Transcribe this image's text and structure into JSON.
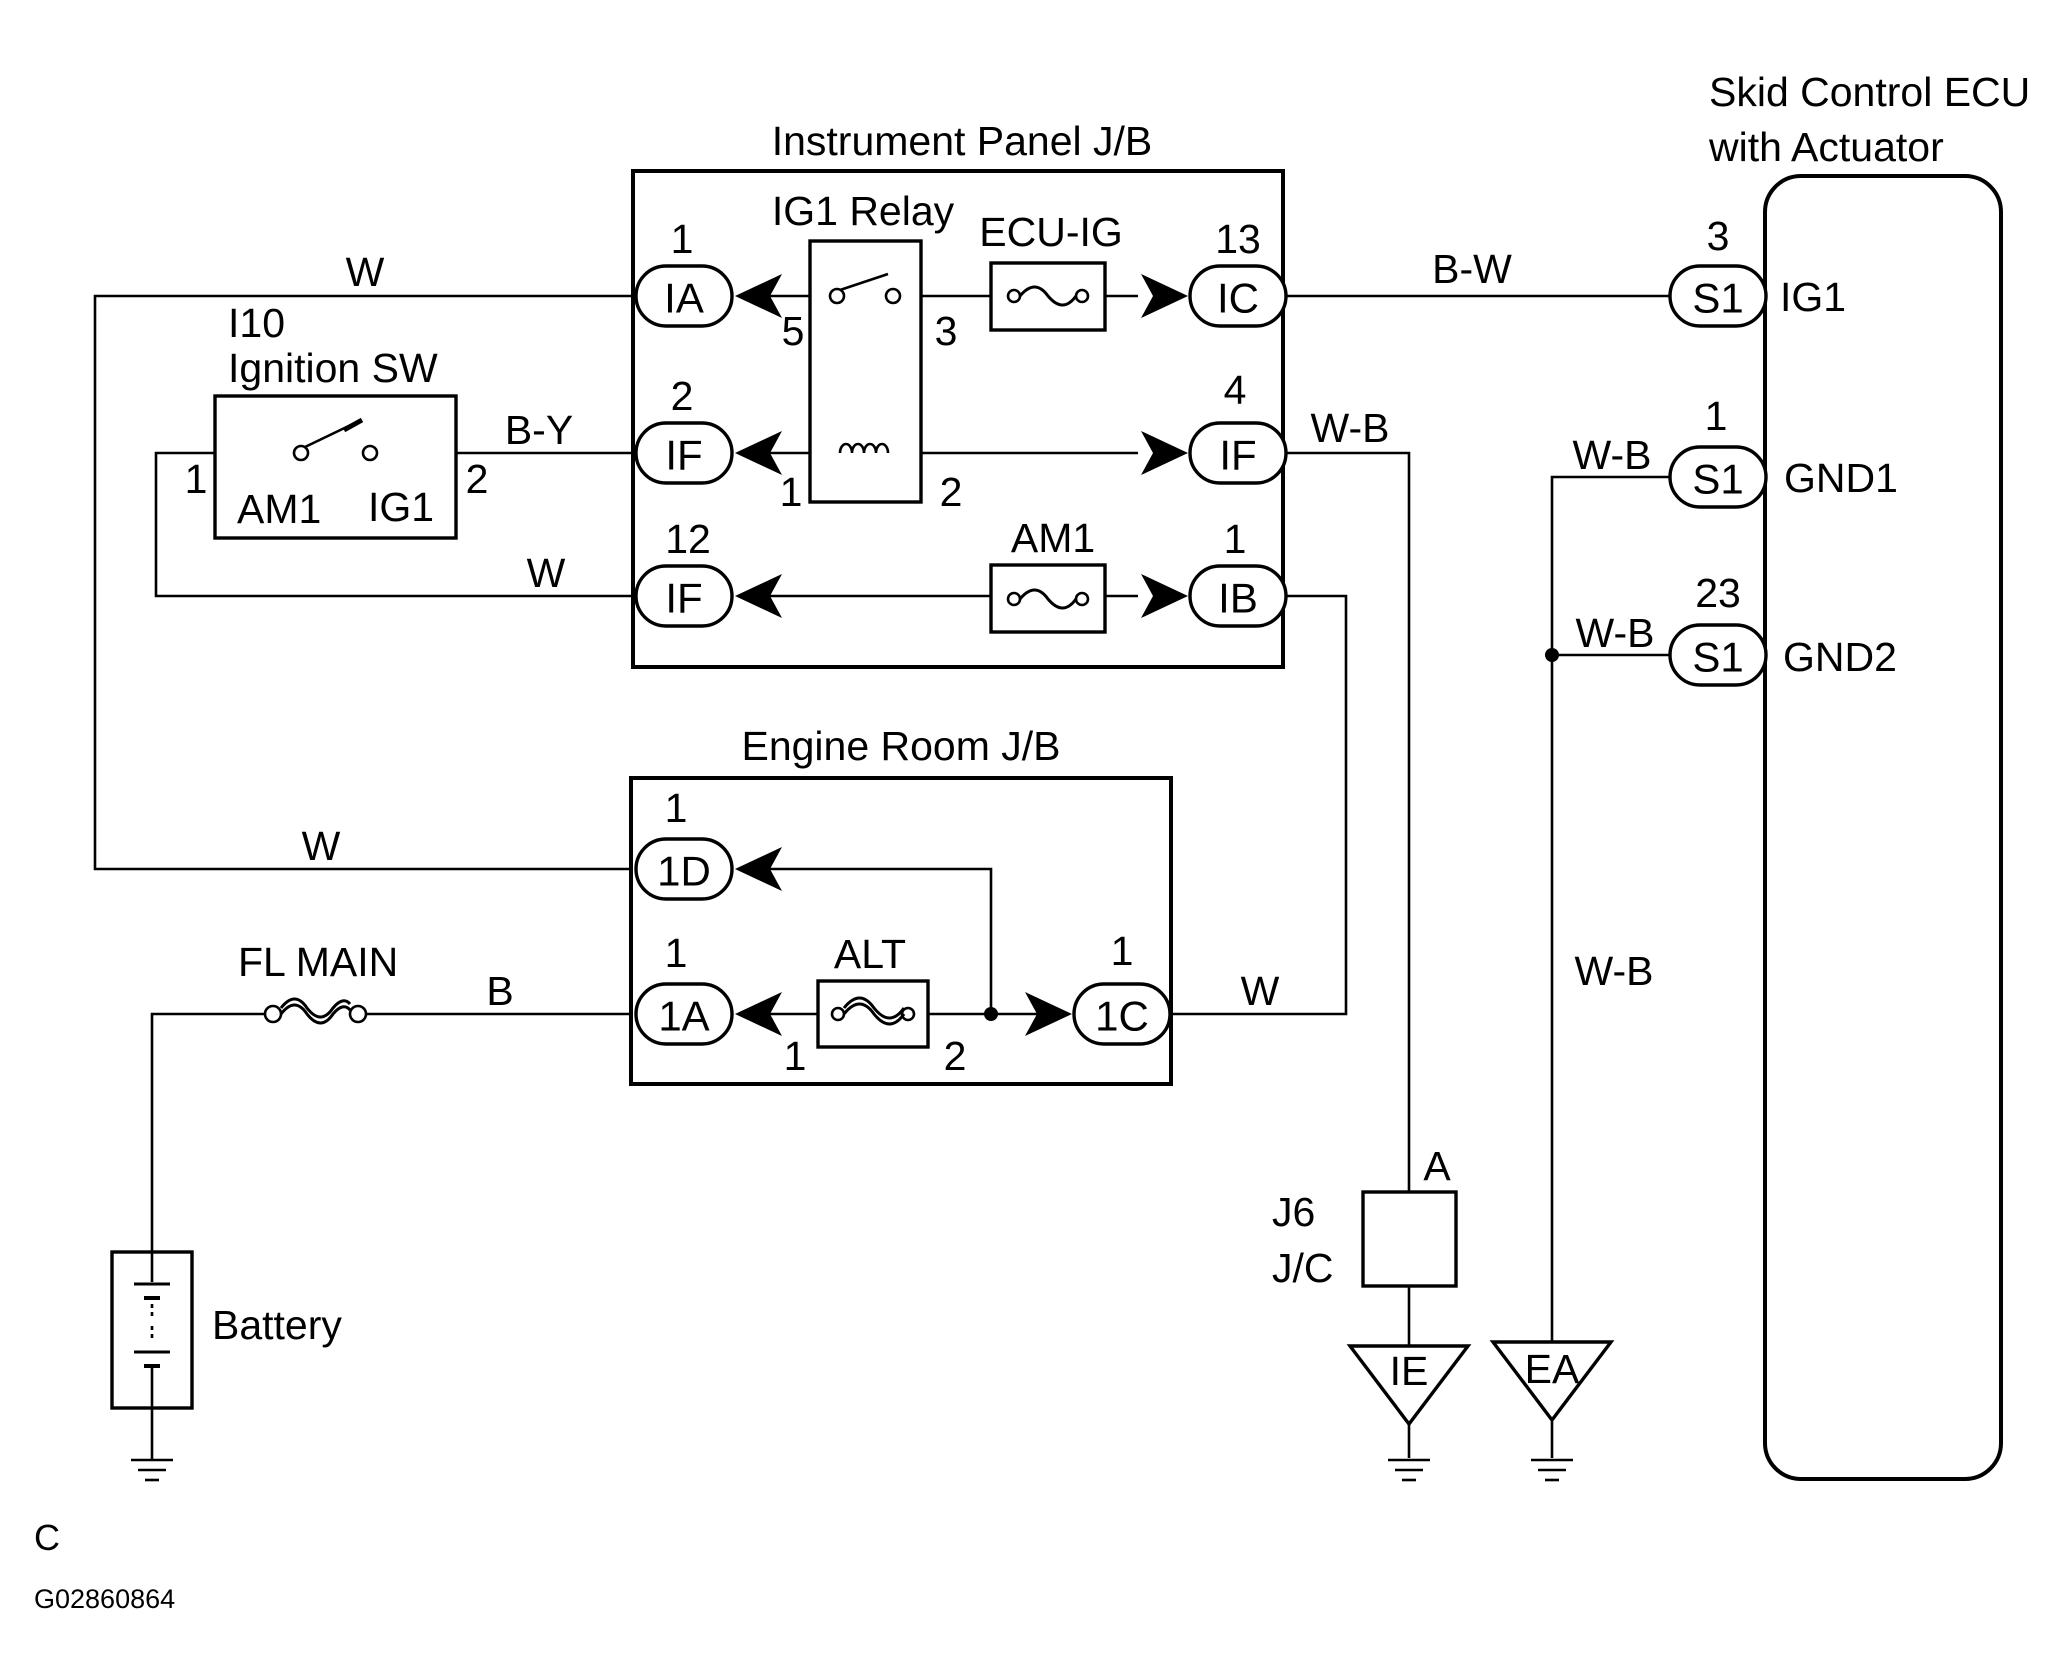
{
  "instrument_panel_jb": {
    "title": "Instrument Panel J/B",
    "relay_title": "IG1 Relay",
    "fuse_ecu_ig": "ECU-IG",
    "fuse_am1": "AM1",
    "connectors": [
      {
        "label": "IA",
        "pin": "1"
      },
      {
        "label": "IF",
        "pin": "2"
      },
      {
        "label": "IF",
        "pin": "12"
      },
      {
        "label": "IC",
        "pin": "13"
      },
      {
        "label": "IF",
        "pin": "4"
      },
      {
        "label": "IB",
        "pin": "1"
      }
    ],
    "relay_pins": {
      "p5": "5",
      "p3": "3",
      "p1": "1",
      "p2": "2"
    }
  },
  "ignition_switch": {
    "code": "I10",
    "name": "Ignition SW",
    "term_left": "AM1",
    "term_right": "IG1",
    "pin_left": "1",
    "pin_right": "2"
  },
  "engine_room_jb": {
    "title": "Engine Room J/B",
    "fuse_alt": "ALT",
    "connectors": [
      {
        "label": "1D",
        "pin": "1"
      },
      {
        "label": "1A",
        "pin": "1"
      },
      {
        "label": "1C",
        "pin": "1"
      }
    ],
    "alt_pins": {
      "in": "1",
      "out": "2"
    }
  },
  "ecu": {
    "title_line1": "Skid Control ECU",
    "title_line2": "with Actuator",
    "terminals": [
      {
        "connector": "S1",
        "pin": "3",
        "name": "IG1"
      },
      {
        "connector": "S1",
        "pin": "1",
        "name": "GND1"
      },
      {
        "connector": "S1",
        "pin": "23",
        "name": "GND2"
      }
    ]
  },
  "wires": {
    "w_ia": "W",
    "by": "B-Y",
    "w_if12": "W",
    "w_1d": "W",
    "b_1a": "B",
    "w_1c": "W",
    "bw": "B-W",
    "wb_if4": "W-B",
    "wb_gnd1": "W-B",
    "wb_gnd2": "W-B",
    "wb_vertical": "W-B"
  },
  "fl_main": "FL MAIN",
  "battery": "Battery",
  "jc": {
    "code": "J6",
    "name": "J/C",
    "pin": "A"
  },
  "grounds": [
    "IE",
    "EA"
  ],
  "footer": {
    "letter": "C",
    "figure_id": "G02860864"
  }
}
